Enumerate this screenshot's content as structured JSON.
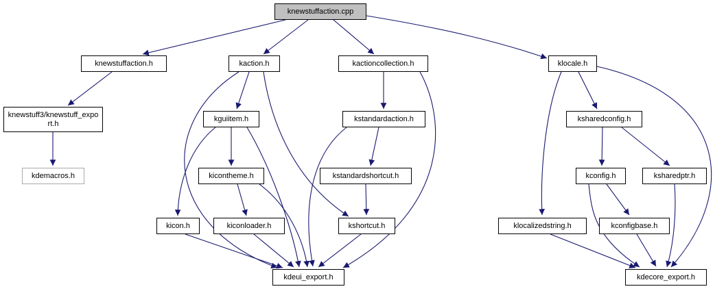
{
  "graph": {
    "root": "knewstuffaction.cpp",
    "colors": {
      "edge": "#191970",
      "node_border": "#000000",
      "main_node_fill": "#c0c0c0",
      "external_node_border": "#a9a9a9",
      "background": "#ffffff"
    },
    "nodes": [
      {
        "id": "knewstuffaction-cpp",
        "label": "knewstuffaction.cpp",
        "type": "main"
      },
      {
        "id": "knewstuffaction-h",
        "label": "knewstuffaction.h",
        "type": "normal"
      },
      {
        "id": "kaction-h",
        "label": "kaction.h",
        "type": "normal"
      },
      {
        "id": "kactioncollection-h",
        "label": "kactioncollection.h",
        "type": "normal"
      },
      {
        "id": "klocale-h",
        "label": "klocale.h",
        "type": "normal"
      },
      {
        "id": "knewstuff3-knewstuff-export-h",
        "label": "knewstuff3/knewstuff_export.h",
        "type": "normal"
      },
      {
        "id": "kguiitem-h",
        "label": "kguiitem.h",
        "type": "normal"
      },
      {
        "id": "kstandardaction-h",
        "label": "kstandardaction.h",
        "type": "normal"
      },
      {
        "id": "ksharedconfig-h",
        "label": "ksharedconfig.h",
        "type": "normal"
      },
      {
        "id": "kdemacros-h",
        "label": "kdemacros.h",
        "type": "external"
      },
      {
        "id": "kicontheme-h",
        "label": "kicontheme.h",
        "type": "normal"
      },
      {
        "id": "kstandardshortcut-h",
        "label": "kstandardshortcut.h",
        "type": "normal"
      },
      {
        "id": "kconfig-h",
        "label": "kconfig.h",
        "type": "normal"
      },
      {
        "id": "ksharedptr-h",
        "label": "ksharedptr.h",
        "type": "normal"
      },
      {
        "id": "kicon-h",
        "label": "kicon.h",
        "type": "normal"
      },
      {
        "id": "kiconloader-h",
        "label": "kiconloader.h",
        "type": "normal"
      },
      {
        "id": "kshortcut-h",
        "label": "kshortcut.h",
        "type": "normal"
      },
      {
        "id": "klocalizedstring-h",
        "label": "klocalizedstring.h",
        "type": "normal"
      },
      {
        "id": "kconfigbase-h",
        "label": "kconfigbase.h",
        "type": "normal"
      },
      {
        "id": "kdeui-export-h",
        "label": "kdeui_export.h",
        "type": "normal"
      },
      {
        "id": "kdecore-export-h",
        "label": "kdecore_export.h",
        "type": "normal"
      }
    ],
    "edges": [
      {
        "from": "knewstuffaction.cpp",
        "to": "knewstuffaction.h"
      },
      {
        "from": "knewstuffaction.cpp",
        "to": "kaction.h"
      },
      {
        "from": "knewstuffaction.cpp",
        "to": "kactioncollection.h"
      },
      {
        "from": "knewstuffaction.cpp",
        "to": "klocale.h"
      },
      {
        "from": "knewstuffaction.h",
        "to": "knewstuff3/knewstuff_export.h"
      },
      {
        "from": "knewstuff3/knewstuff_export.h",
        "to": "kdemacros.h"
      },
      {
        "from": "kaction.h",
        "to": "kguiitem.h"
      },
      {
        "from": "kaction.h",
        "to": "kshortcut.h"
      },
      {
        "from": "kaction.h",
        "to": "kdeui_export.h"
      },
      {
        "from": "kguiitem.h",
        "to": "kicontheme.h"
      },
      {
        "from": "kguiitem.h",
        "to": "kicon.h"
      },
      {
        "from": "kguiitem.h",
        "to": "kdeui_export.h"
      },
      {
        "from": "kicontheme.h",
        "to": "kiconloader.h"
      },
      {
        "from": "kicontheme.h",
        "to": "kdeui_export.h"
      },
      {
        "from": "kicon.h",
        "to": "kdeui_export.h"
      },
      {
        "from": "kiconloader.h",
        "to": "kdeui_export.h"
      },
      {
        "from": "kactioncollection.h",
        "to": "kstandardaction.h"
      },
      {
        "from": "kactioncollection.h",
        "to": "kdeui_export.h"
      },
      {
        "from": "kstandardaction.h",
        "to": "kstandardshortcut.h"
      },
      {
        "from": "kstandardaction.h",
        "to": "kdeui_export.h"
      },
      {
        "from": "kstandardshortcut.h",
        "to": "kshortcut.h"
      },
      {
        "from": "kshortcut.h",
        "to": "kdeui_export.h"
      },
      {
        "from": "klocale.h",
        "to": "ksharedconfig.h"
      },
      {
        "from": "klocale.h",
        "to": "klocalizedstring.h"
      },
      {
        "from": "klocale.h",
        "to": "kdecore_export.h"
      },
      {
        "from": "ksharedconfig.h",
        "to": "kconfig.h"
      },
      {
        "from": "ksharedconfig.h",
        "to": "ksharedptr.h"
      },
      {
        "from": "kconfig.h",
        "to": "kconfigbase.h"
      },
      {
        "from": "kconfig.h",
        "to": "kdecore_export.h"
      },
      {
        "from": "klocalizedstring.h",
        "to": "kdecore_export.h"
      },
      {
        "from": "kconfigbase.h",
        "to": "kdecore_export.h"
      },
      {
        "from": "ksharedptr.h",
        "to": "kdecore_export.h"
      }
    ]
  }
}
